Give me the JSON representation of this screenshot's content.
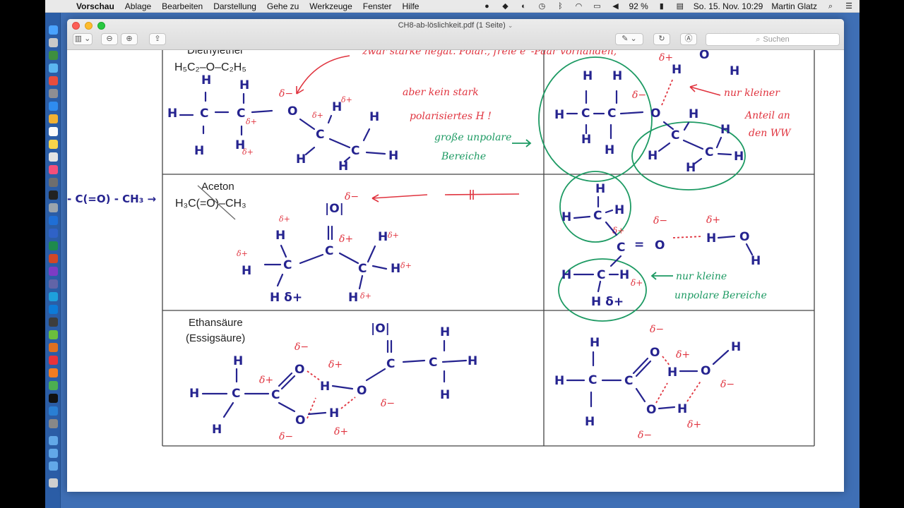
{
  "menubar": {
    "app_name": "Vorschau",
    "menus": [
      "Ablage",
      "Bearbeiten",
      "Darstellung",
      "Gehe zu",
      "Werkzeuge",
      "Fenster",
      "Hilfe"
    ],
    "battery": "92 %",
    "datetime": "So. 15. Nov. 10:29",
    "user": "Martin Glatz"
  },
  "window": {
    "title": "CH8-ab-löslichkeit.pdf (1 Seite)",
    "search_placeholder": "Suchen"
  },
  "sheet": {
    "row1": {
      "name": "Diethylether",
      "formula": "H₅C₂–O–C₂H₅",
      "note_red_1": "zwar starke negat. Polar., freie e⁻-Paar vorhanden,",
      "note_red_2": "aber kein stark",
      "note_red_3": "polarisiertes H !",
      "note_green_1": "große unpolare",
      "note_green_2": "Bereiche",
      "note_red_right_1": "nur kleiner",
      "note_red_right_2": "Anteil an",
      "note_red_right_3": "den WW"
    },
    "row2": {
      "name": "Aceton",
      "formula": "H₃C(=O)–CH₃",
      "side_note": "- C(=O) - CH₃ →",
      "note_green_1": "nur kleine",
      "note_green_2": "unpolare Bereiche"
    },
    "row3": {
      "name": "Ethansäure",
      "name2": "(Essigsäure)"
    },
    "symbols": {
      "H": "H",
      "C": "C",
      "O": "O",
      "d_minus": "δ−",
      "d_plus": "δ+",
      "d_plus_sm": "δ+",
      "double": "=",
      "H_d": "H δ+",
      "arrow_left": "←",
      "arrow_right": "→",
      "lone_O": "|O|"
    }
  },
  "colors": {
    "hand_blue": "#25238f",
    "hand_red": "#e0343f",
    "hand_green": "#1d9a63",
    "desktop": "#3f6fb5"
  }
}
